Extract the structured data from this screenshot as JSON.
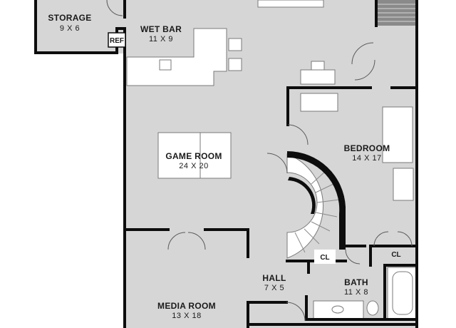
{
  "colors": {
    "floor": "#d6d6d6",
    "wall": "#0d0d0d",
    "fixture": "#ffffff",
    "fixture_stroke": "#7a7a7a",
    "background": "#ffffff"
  },
  "rooms": {
    "storage": {
      "name": "STORAGE",
      "dims": "9 X 6"
    },
    "wet_bar": {
      "name": "WET BAR",
      "dims": "11 X 9"
    },
    "game": {
      "name": "GAME ROOM",
      "dims": "24 X 20"
    },
    "bedroom": {
      "name": "BEDROOM",
      "dims": "14 X 17"
    },
    "hall": {
      "name": "HALL",
      "dims": "7 X 5"
    },
    "bath": {
      "name": "BATH",
      "dims": "11 X 8"
    },
    "media": {
      "name": "MEDIA ROOM",
      "dims": "13 X 18"
    }
  },
  "labels": {
    "ref": "REF",
    "closet_stairs": "CL",
    "closet_bedroom": "CL"
  }
}
